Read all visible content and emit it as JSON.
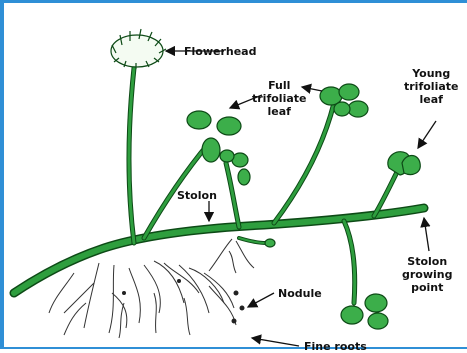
{
  "labels": {
    "flowerhead": "Flowerhead",
    "full_leaf": [
      "Full",
      "trifoliate",
      "leaf"
    ],
    "young_leaf": [
      "Young",
      "trifoliate",
      "leaf"
    ],
    "stolon": "Stolon",
    "growing_point": [
      "Stolon",
      "growing",
      "point"
    ],
    "nodule": "Nodule",
    "fine_roots": "Fine roots"
  },
  "colors": {
    "stem": "#2e9e3e",
    "stem_outline": "#0d4a16",
    "leaf": "#3cae4a",
    "root": "#333333",
    "frame": "#2f8fd6"
  }
}
